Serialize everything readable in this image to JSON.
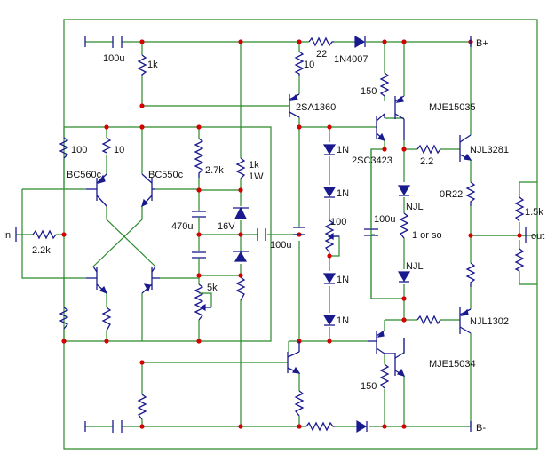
{
  "colors": {
    "wire": "#2a8a2a",
    "component": "#1a1a8f",
    "node": "#d40000",
    "text": "#111111",
    "background": "#ffffff"
  },
  "labels": {
    "cap_in_100u": "100u",
    "r_1k_top": "1k",
    "r_10_b": "10",
    "r_22": "22",
    "diode_1n4007": "1N4007",
    "rail_pos": "B+",
    "rail_neg": "B-",
    "q_2sa1360": "2SA1360",
    "r_150_top": "150",
    "q_mje15035": "MJE15035",
    "r_100": "100",
    "r_10_a": "10",
    "d_1n_1": "1N",
    "d_1n_2": "1N",
    "d_1n_3": "1N",
    "d_1n_4": "1N",
    "q_2sc3423": "2SC3423",
    "r_2_2": "2.2",
    "q_njl3281": "NJL3281",
    "q_bc560c": "BC560c",
    "q_bc550c": "BC550c",
    "r_2_7k": "2.7k",
    "r_1k_1w_a": "1k",
    "r_1k_1w_b": "1W",
    "r_0r22": "0R22",
    "r_1_5k": "1.5k",
    "cap_470u": "470u",
    "zener_16v": "16V",
    "cap_100u_mid": "100u",
    "pot_100": "100",
    "cap_100u_right": "100u",
    "d_njl_1": "NJL",
    "r_1_or_so": "1 or so",
    "d_njl_2": "NJL",
    "input": "In",
    "r_2_2k": "2.2k",
    "output": "out",
    "pot_5k": "5k",
    "q_njl1302": "NJL1302",
    "q_mje15034": "MJE15034",
    "r_150_bot": "150"
  }
}
